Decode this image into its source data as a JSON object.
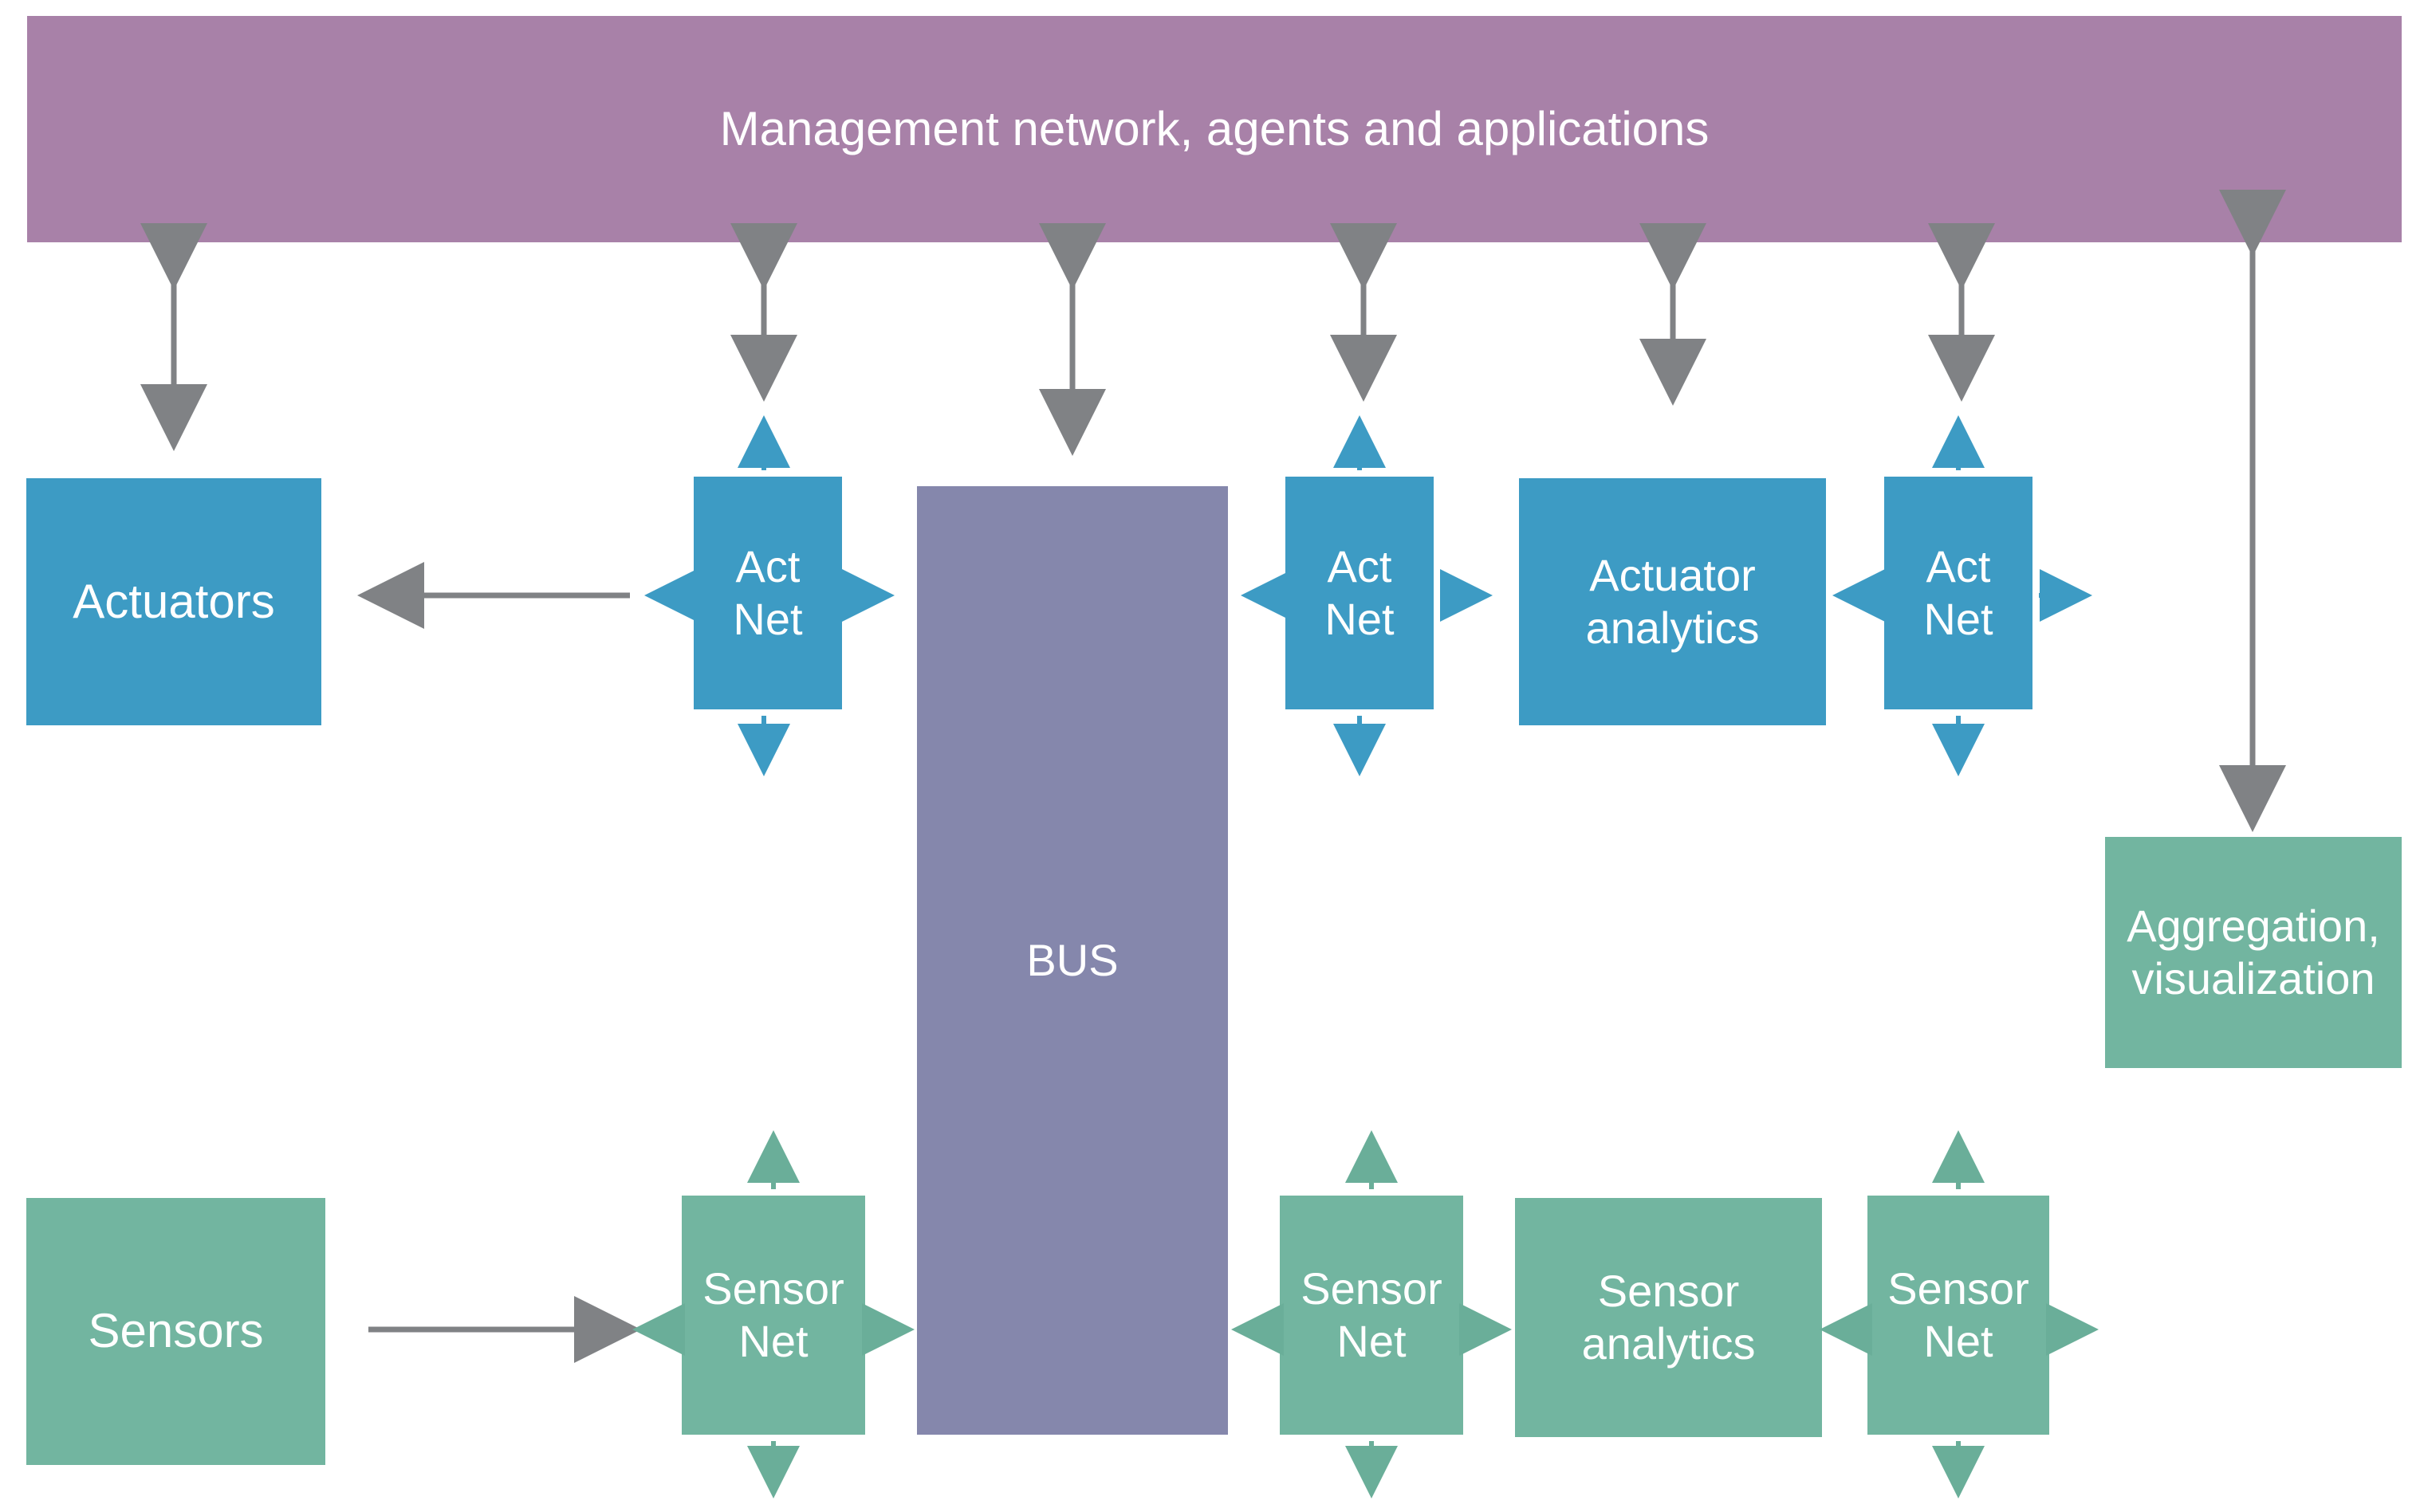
{
  "diagram": {
    "title": "Management network, agents and applications",
    "type": "block-architecture",
    "background_color": "#ffffff",
    "palette": {
      "management_bar": "#a881a8",
      "actuator_blue": "#3d9bc4",
      "sensor_green": "#72b5a0",
      "bus_gray": "#8587ac",
      "gray_arrow": "#808285",
      "text": "#ffffff"
    },
    "management_bar": {
      "label": "Management network, agents and applications"
    },
    "bus": {
      "label": "BUS"
    },
    "actuator_row": {
      "source": {
        "label": "Actuators"
      },
      "net_1": {
        "label": "Act\nNet"
      },
      "net_2": {
        "label": "Act\nNet"
      },
      "analytics": {
        "label": "Actuator\nanalytics"
      },
      "net_3": {
        "label": "Act\nNet"
      }
    },
    "sensor_row": {
      "source": {
        "label": "Sensors"
      },
      "net_1": {
        "label": "Sensor\nNet"
      },
      "net_2": {
        "label": "Sensor\nNet"
      },
      "analytics": {
        "label": "Sensor\nanalytics"
      },
      "net_3": {
        "label": "Sensor\nNet"
      }
    },
    "aggregation": {
      "label": "Aggregation,\nvisualization"
    },
    "connectors": [
      {
        "name": "mgmt-to-actuators",
        "style": "double-arrow",
        "color": "#808285",
        "orientation": "vertical"
      },
      {
        "name": "mgmt-to-act-net-1",
        "style": "double-arrow",
        "color": "#808285",
        "orientation": "vertical"
      },
      {
        "name": "mgmt-to-bus",
        "style": "double-arrow",
        "color": "#808285",
        "orientation": "vertical"
      },
      {
        "name": "mgmt-to-act-net-2",
        "style": "double-arrow",
        "color": "#808285",
        "orientation": "vertical"
      },
      {
        "name": "mgmt-to-actuator-analytics",
        "style": "double-arrow",
        "color": "#808285",
        "orientation": "vertical"
      },
      {
        "name": "mgmt-to-act-net-3",
        "style": "double-arrow",
        "color": "#808285",
        "orientation": "vertical"
      },
      {
        "name": "mgmt-to-aggregation",
        "style": "single-arrow-down",
        "color": "#808285",
        "orientation": "vertical"
      },
      {
        "name": "act-net-1-to-actuators",
        "style": "single-arrow-left",
        "color": "#808285",
        "orientation": "horizontal"
      },
      {
        "name": "sensors-to-sensor-net-1",
        "style": "single-arrow-right",
        "color": "#808285",
        "orientation": "horizontal"
      }
    ]
  }
}
